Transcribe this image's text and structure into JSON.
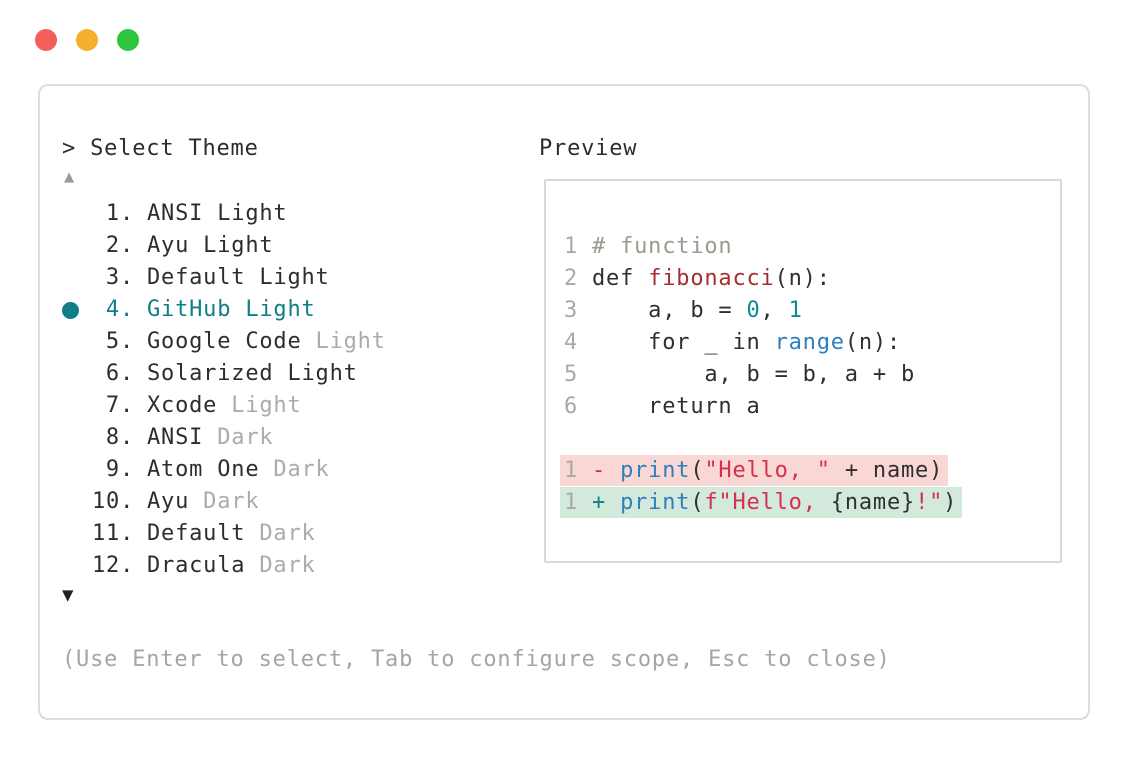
{
  "window": {
    "traffic_lights": {
      "red": "#f3605a",
      "yellow": "#f4b02d",
      "green": "#2bc63e"
    }
  },
  "selector": {
    "title": "> Select Theme",
    "scroll_up_icon": "▲",
    "scroll_down_icon": "▼",
    "selected_index": 4,
    "accent_color": "#107d87",
    "items": [
      {
        "number": "1.",
        "label": "ANSI Light",
        "dim": "",
        "selected": false
      },
      {
        "number": "2.",
        "label": "Ayu Light",
        "dim": "",
        "selected": false
      },
      {
        "number": "3.",
        "label": "Default Light",
        "dim": "",
        "selected": false
      },
      {
        "number": "4.",
        "label": "GitHub Light",
        "dim": "",
        "selected": true
      },
      {
        "number": "5.",
        "label": "Google Code",
        "dim": " Light",
        "selected": false
      },
      {
        "number": "6.",
        "label": "Solarized Light",
        "dim": "",
        "selected": false
      },
      {
        "number": "7.",
        "label": "Xcode",
        "dim": " Light",
        "selected": false
      },
      {
        "number": "8.",
        "label": "ANSI",
        "dim": " Dark",
        "selected": false
      },
      {
        "number": "9.",
        "label": "Atom One",
        "dim": " Dark",
        "selected": false
      },
      {
        "number": "10.",
        "label": "Ayu",
        "dim": " Dark",
        "selected": false
      },
      {
        "number": "11.",
        "label": "Default",
        "dim": " Dark",
        "selected": false
      },
      {
        "number": "12.",
        "label": "Dracula",
        "dim": " Dark",
        "selected": false
      }
    ]
  },
  "preview": {
    "title": "Preview",
    "syntax_colors": {
      "comment": "#9a9a90",
      "function": "#a52f2f",
      "number": "#0e8a94",
      "builtin": "#2e7fbe",
      "string": "#d62f4d",
      "plain": "#2f2f2f",
      "line_number": "#a9a9a9"
    },
    "code": {
      "lines": [
        {
          "num": "1",
          "tokens": [
            {
              "text": "# function",
              "type": "comment"
            }
          ]
        },
        {
          "num": "2",
          "tokens": [
            {
              "text": "def ",
              "type": "plain"
            },
            {
              "text": "fibonacci",
              "type": "function"
            },
            {
              "text": "(n):",
              "type": "plain"
            }
          ]
        },
        {
          "num": "3",
          "tokens": [
            {
              "text": "    a, b = ",
              "type": "plain"
            },
            {
              "text": "0",
              "type": "number"
            },
            {
              "text": ", ",
              "type": "plain"
            },
            {
              "text": "1",
              "type": "number"
            }
          ]
        },
        {
          "num": "4",
          "tokens": [
            {
              "text": "    for _ in ",
              "type": "plain"
            },
            {
              "text": "range",
              "type": "builtin"
            },
            {
              "text": "(n):",
              "type": "plain"
            }
          ]
        },
        {
          "num": "5",
          "tokens": [
            {
              "text": "        a, b = b, a + b",
              "type": "plain"
            }
          ]
        },
        {
          "num": "6",
          "tokens": [
            {
              "text": "    return a",
              "type": "plain"
            }
          ]
        }
      ],
      "diff_lines": [
        {
          "num": "1",
          "sign": "- ",
          "kind": "deletion",
          "bg": "#f9d7d5",
          "tokens": [
            {
              "text": "print",
              "type": "builtin"
            },
            {
              "text": "(",
              "type": "plain"
            },
            {
              "text": "\"Hello, \"",
              "type": "string"
            },
            {
              "text": " + name)",
              "type": "plain"
            }
          ]
        },
        {
          "num": "1",
          "sign": "+ ",
          "kind": "insertion",
          "bg": "#d3e9dc",
          "tokens": [
            {
              "text": "print",
              "type": "builtin"
            },
            {
              "text": "(",
              "type": "plain"
            },
            {
              "text": "f\"Hello, ",
              "type": "string"
            },
            {
              "text": "{name}",
              "type": "plain"
            },
            {
              "text": "!\"",
              "type": "string"
            },
            {
              "text": ")",
              "type": "plain"
            }
          ]
        }
      ]
    }
  },
  "help_text": "(Use Enter to select, Tab to configure scope, Esc to close)"
}
